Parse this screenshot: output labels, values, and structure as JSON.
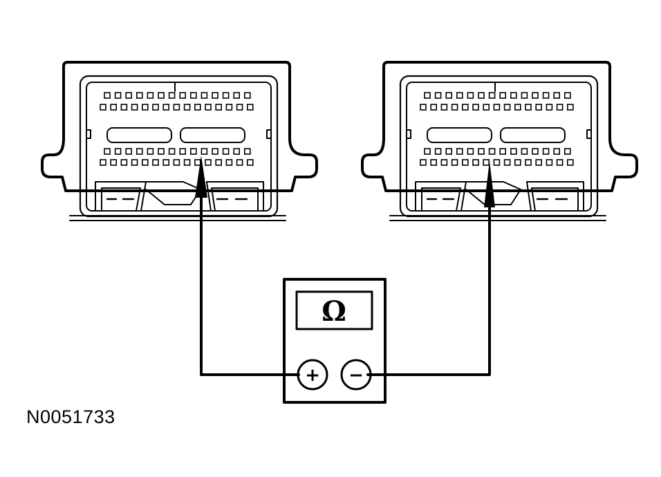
{
  "meter": {
    "display_symbol": "Ω",
    "positive_terminal": "+",
    "negative_terminal": "−"
  },
  "connectors": [
    {
      "name": "left-module-connector"
    },
    {
      "name": "right-module-connector"
    }
  ],
  "figure_id": "N0051733"
}
